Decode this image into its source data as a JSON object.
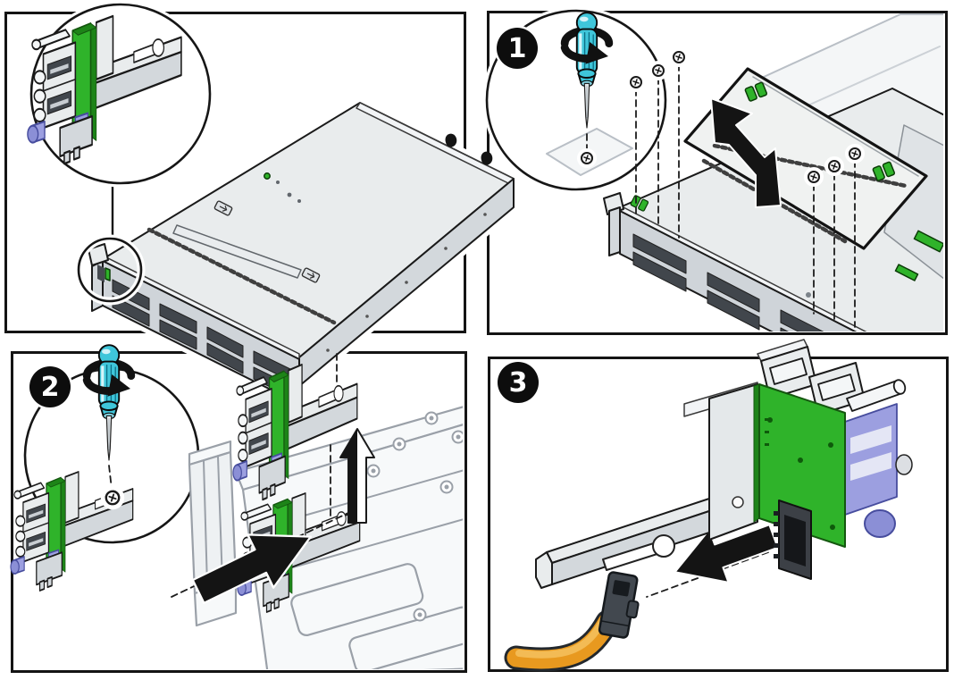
{
  "figure": {
    "panel_count": 4
  },
  "steps": [
    {
      "label": "1"
    },
    {
      "label": "2"
    },
    {
      "label": "3"
    }
  ],
  "icons": [
    "step-badge-icon",
    "magnifier-callout-circle-icon",
    "screwdriver-icon",
    "rotation-arrow-icon",
    "screw-icon",
    "removal-arrow-icon",
    "usb-assembly-icon",
    "server-chassis-icon",
    "top-cover-icon",
    "ribbon-cable-icon",
    "cable-connector-icon",
    "keyhole-slot-icon"
  ],
  "colors": {
    "panel_border": "#141414",
    "arrow_black": "#141414",
    "screwdriver_cyan": "#3fc6da",
    "pcb_green": "#2fb32a",
    "connector_purple": "#9c9fe0",
    "cable_orange": "#e8991f",
    "metal_gray": "#e9eced",
    "ghost_gray": "#9aa0a8",
    "badge_bg": "#0d0d0d",
    "badge_text": "#ffffff"
  }
}
